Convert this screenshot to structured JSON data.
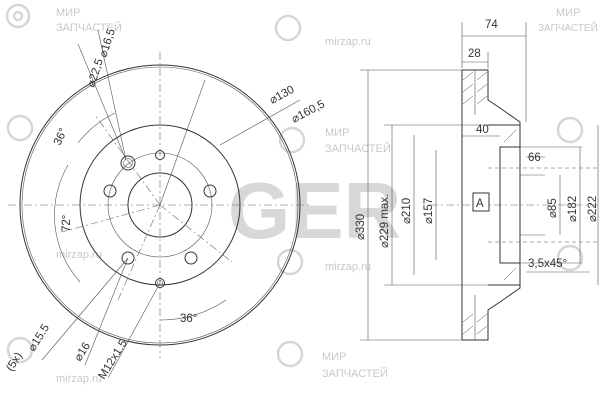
{
  "watermark": {
    "line1": "МИР",
    "line2": "ЗАПЧАСТЕЙ",
    "url": "mirzap.ru"
  },
  "brand_logo": "GER",
  "front_view": {
    "dims": {
      "d16_5": "16,5",
      "d22_5": "22,5",
      "d130": "130",
      "d160_5": "160,5",
      "angle_top": "36°",
      "angle_left": "72°",
      "angle_bottom": "36°",
      "holes": "(5x)",
      "d15_5": "15.5",
      "d16": "16",
      "thread": "M12x1.5"
    }
  },
  "section_view": {
    "dims": {
      "w74": "74",
      "w28": "28",
      "w40": "40",
      "d66": "66",
      "d330": "330",
      "d229": "229 max.",
      "d210": "210",
      "d157": "157",
      "d85": "85",
      "d182": "182",
      "d222": "222",
      "chamfer": "3,5x45°",
      "ref_a": "A"
    }
  }
}
